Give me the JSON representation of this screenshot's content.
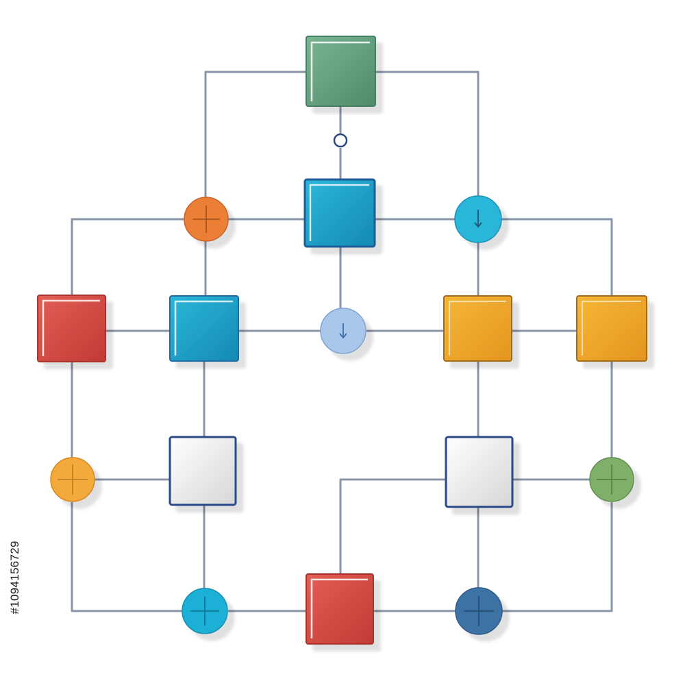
{
  "colors": {
    "line": "#8a94a6",
    "green": "#5e9c7a",
    "teal": "#1aa3c8",
    "red": "#d2463f",
    "amber": "#eea42a",
    "gray": "#e4e4e4",
    "orange": "#ea7f35",
    "cyan": "#2ab6d8",
    "light_blue": "#a9c7ea",
    "yellow": "#f4a93a",
    "olive_green": "#7fb06a",
    "steel_blue": "#3d73a4",
    "navy_border": "#2a4a86"
  },
  "diagram": {
    "boxes": [
      {
        "id": "top-green",
        "color": "green"
      },
      {
        "id": "center-teal",
        "color": "teal"
      },
      {
        "id": "left-red",
        "color": "red"
      },
      {
        "id": "left-teal",
        "color": "teal"
      },
      {
        "id": "right-amber-1",
        "color": "amber"
      },
      {
        "id": "right-amber-2",
        "color": "amber"
      },
      {
        "id": "left-gray",
        "color": "gray"
      },
      {
        "id": "right-gray",
        "color": "gray"
      },
      {
        "id": "bottom-red",
        "color": "red"
      }
    ],
    "nodes": [
      {
        "id": "orange-plus",
        "color": "orange",
        "symbol": "plus-icon"
      },
      {
        "id": "cyan-down",
        "color": "cyan",
        "symbol": "down-arrow-icon"
      },
      {
        "id": "center-down",
        "color": "light_blue",
        "symbol": "down-arrow-icon"
      },
      {
        "id": "yellow-plus",
        "color": "yellow",
        "symbol": "plus-icon"
      },
      {
        "id": "green-plus",
        "color": "olive_green",
        "symbol": "plus-icon"
      },
      {
        "id": "cyan-plus",
        "color": "cyan",
        "symbol": "plus-icon"
      },
      {
        "id": "blue-plus",
        "color": "steel_blue",
        "symbol": "plus-icon"
      },
      {
        "id": "small-connector",
        "color": "line",
        "symbol": "ring-icon"
      }
    ]
  },
  "side_text": "#1094156729"
}
